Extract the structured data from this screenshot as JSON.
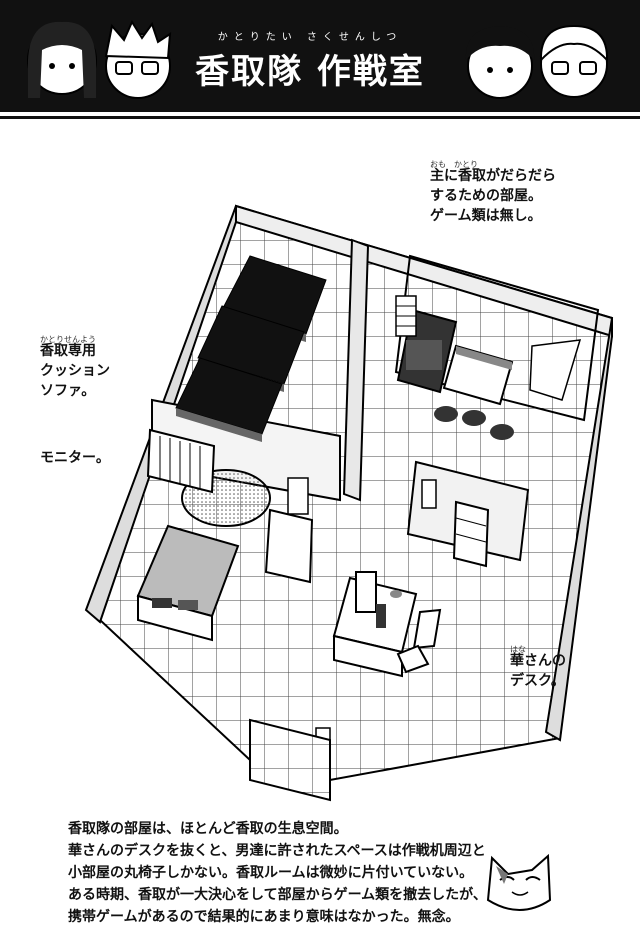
{
  "header": {
    "title": "香取隊 作戦室",
    "ruby": "かとりたい さくせんしつ"
  },
  "notes": {
    "room": "主に香取がだらだら\nするための部屋。\nゲーム類は無し。",
    "sofa": "香取専用\nクッション\nソファ。",
    "monitor": "モニター。",
    "desk": "華さんの\nデスク。"
  },
  "footer": {
    "text": "香取隊の部屋は、ほとんど香取の生息空間。\n華さんのデスクを抜くと、男達に許されたスペースは作戦机周辺と\n小部屋の丸椅子しかない。香取ルームは微妙に片付いていない。\nある時期、香取が一大決心をして部屋からゲーム類を撤去したが、\n携帯ゲームがあるので結果的にあまり意味はなかった。無念。"
  }
}
